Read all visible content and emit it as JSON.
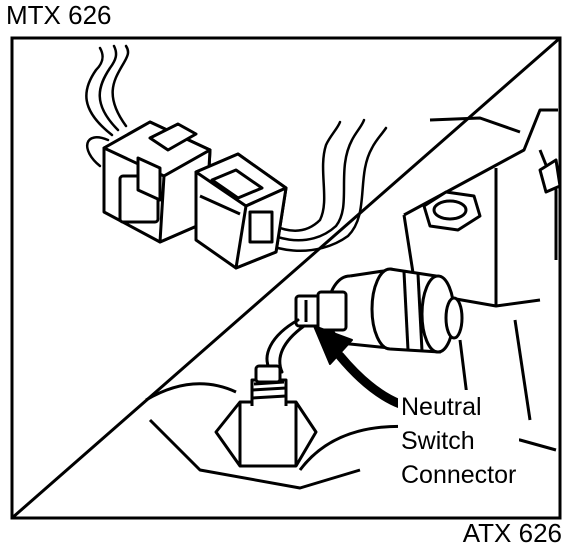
{
  "panels": {
    "top_label": "MTX 626",
    "bottom_label": "ATX 626"
  },
  "callout": {
    "line1": "Neutral",
    "line2": "Switch",
    "line3": "Connector"
  },
  "colors": {
    "ink": "#000000",
    "paper": "#ffffff"
  }
}
